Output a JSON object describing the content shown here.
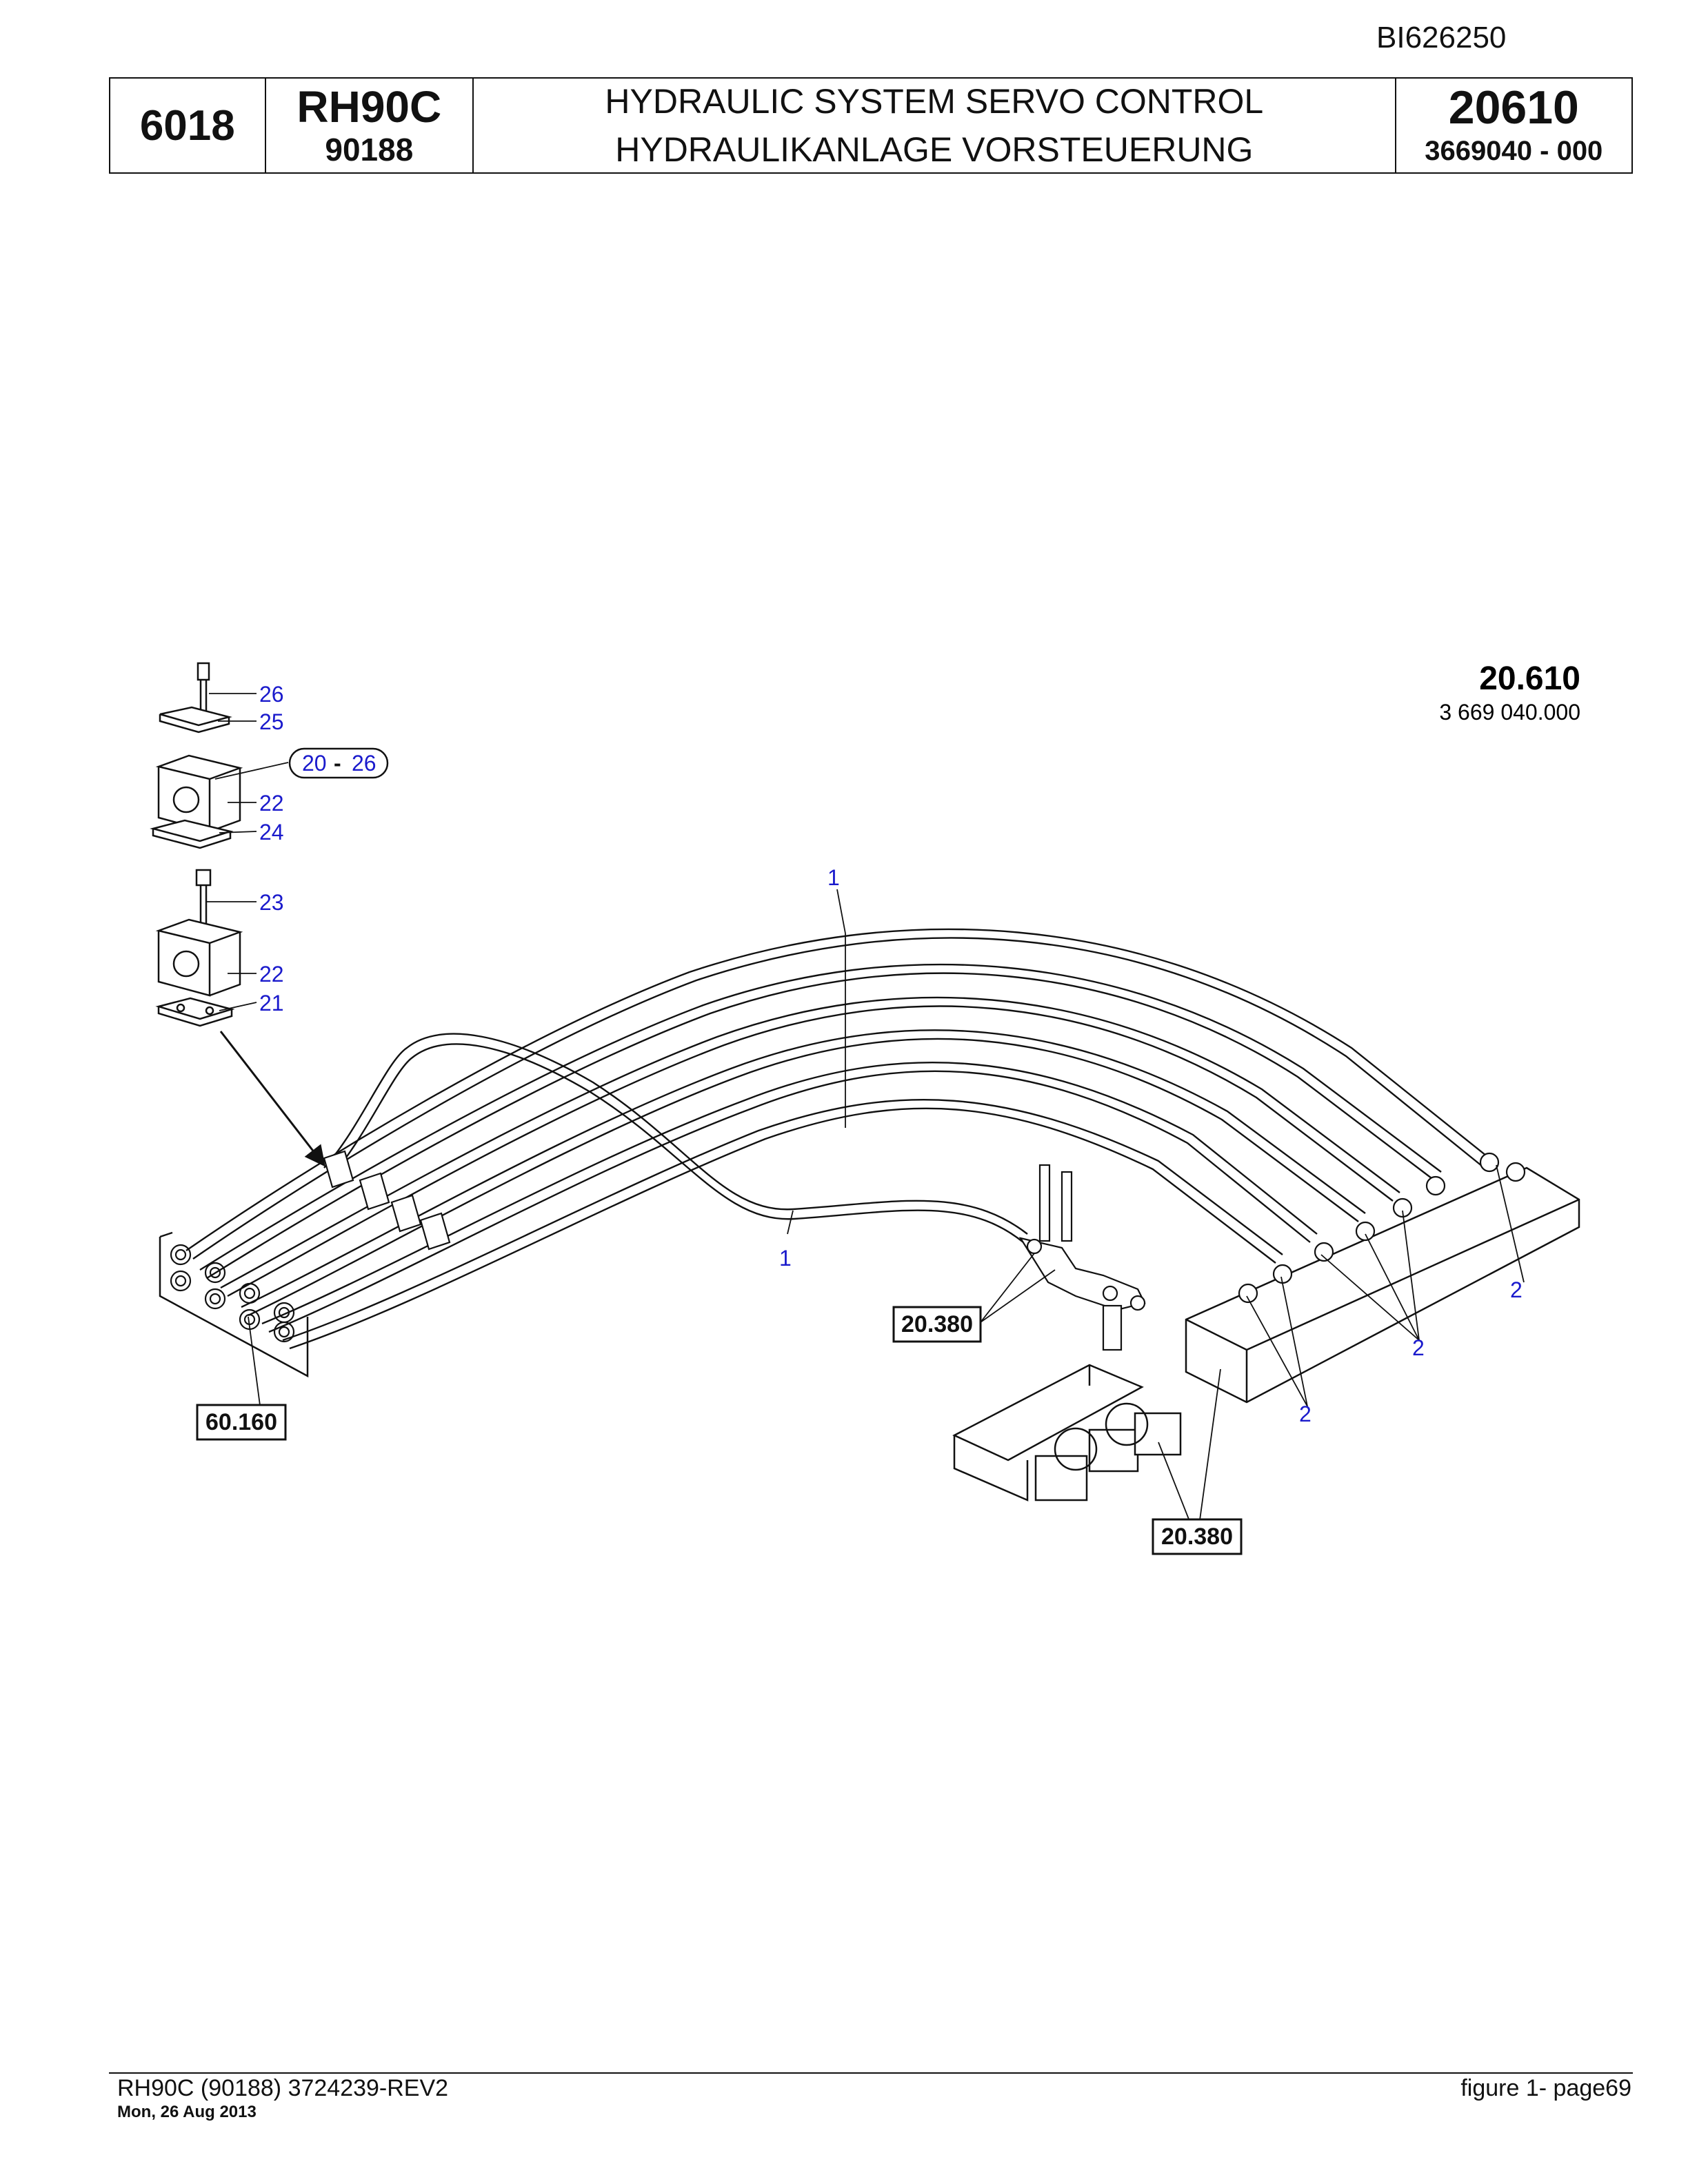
{
  "document_id": "BI626250",
  "header": {
    "section": "6018",
    "model": "RH90C",
    "serial": "90188",
    "title_en": "HYDRAULIC SYSTEM SERVO CONTROL",
    "title_de": "HYDRAULIKANLAGE VORSTEUERUNG",
    "group": "20610",
    "part_number": "3669040  - 000"
  },
  "figure": {
    "group_label": "20.610",
    "group_part": "3 669 040.000",
    "callouts": [
      "26",
      "25",
      "20",
      "-",
      "26",
      "22",
      "24",
      "23",
      "22",
      "21",
      "1",
      "1",
      "2",
      "2",
      "2"
    ],
    "references": [
      "20.380",
      "60.160",
      "20.380"
    ]
  },
  "footer": {
    "left": "RH90C (90188) 3724239-REV2",
    "date": "Mon, 26 Aug 2013",
    "right": "figure  1- page69"
  }
}
